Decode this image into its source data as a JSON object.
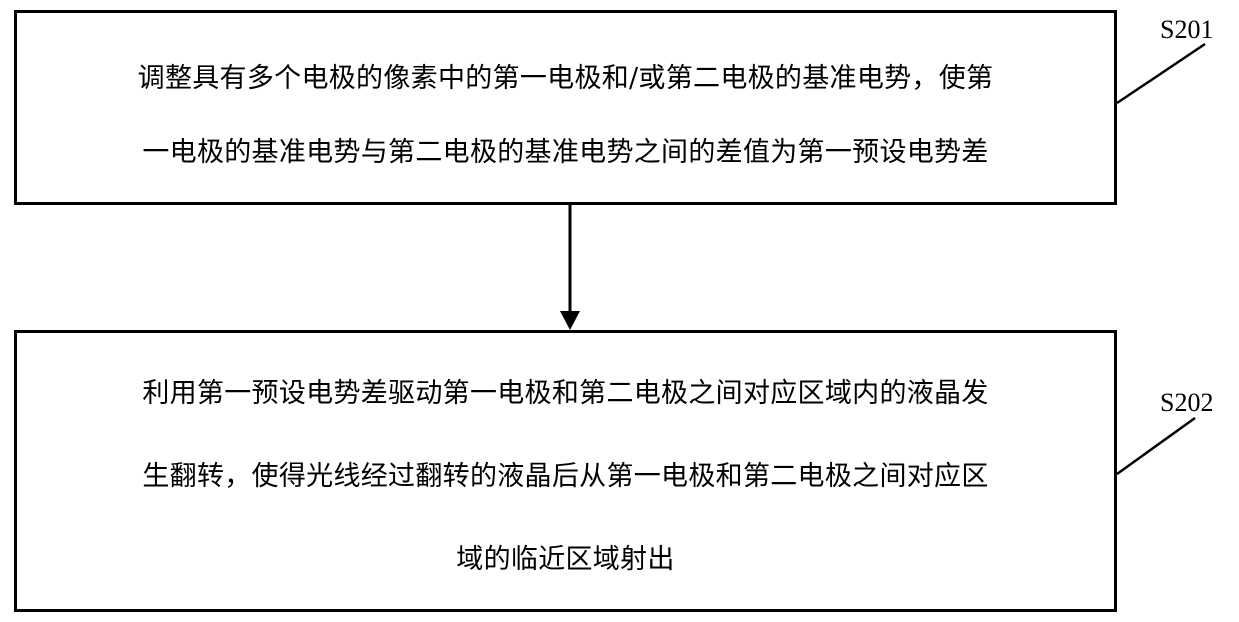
{
  "steps": [
    {
      "label": "S201",
      "lines": [
        "调整具有多个电极的像素中的第一电极和/或第二电极的基准电势，使第",
        "一电极的基准电势与第二电极的基准电势之间的差值为第一预设电势差"
      ]
    },
    {
      "label": "S202",
      "lines": [
        "利用第一预设电势差驱动第一电极和第二电极之间对应区域内的液晶发",
        "生翻转，使得光线经过翻转的液晶后从第一电极和第二电极之间对应区",
        "域的临近区域射出"
      ]
    }
  ]
}
